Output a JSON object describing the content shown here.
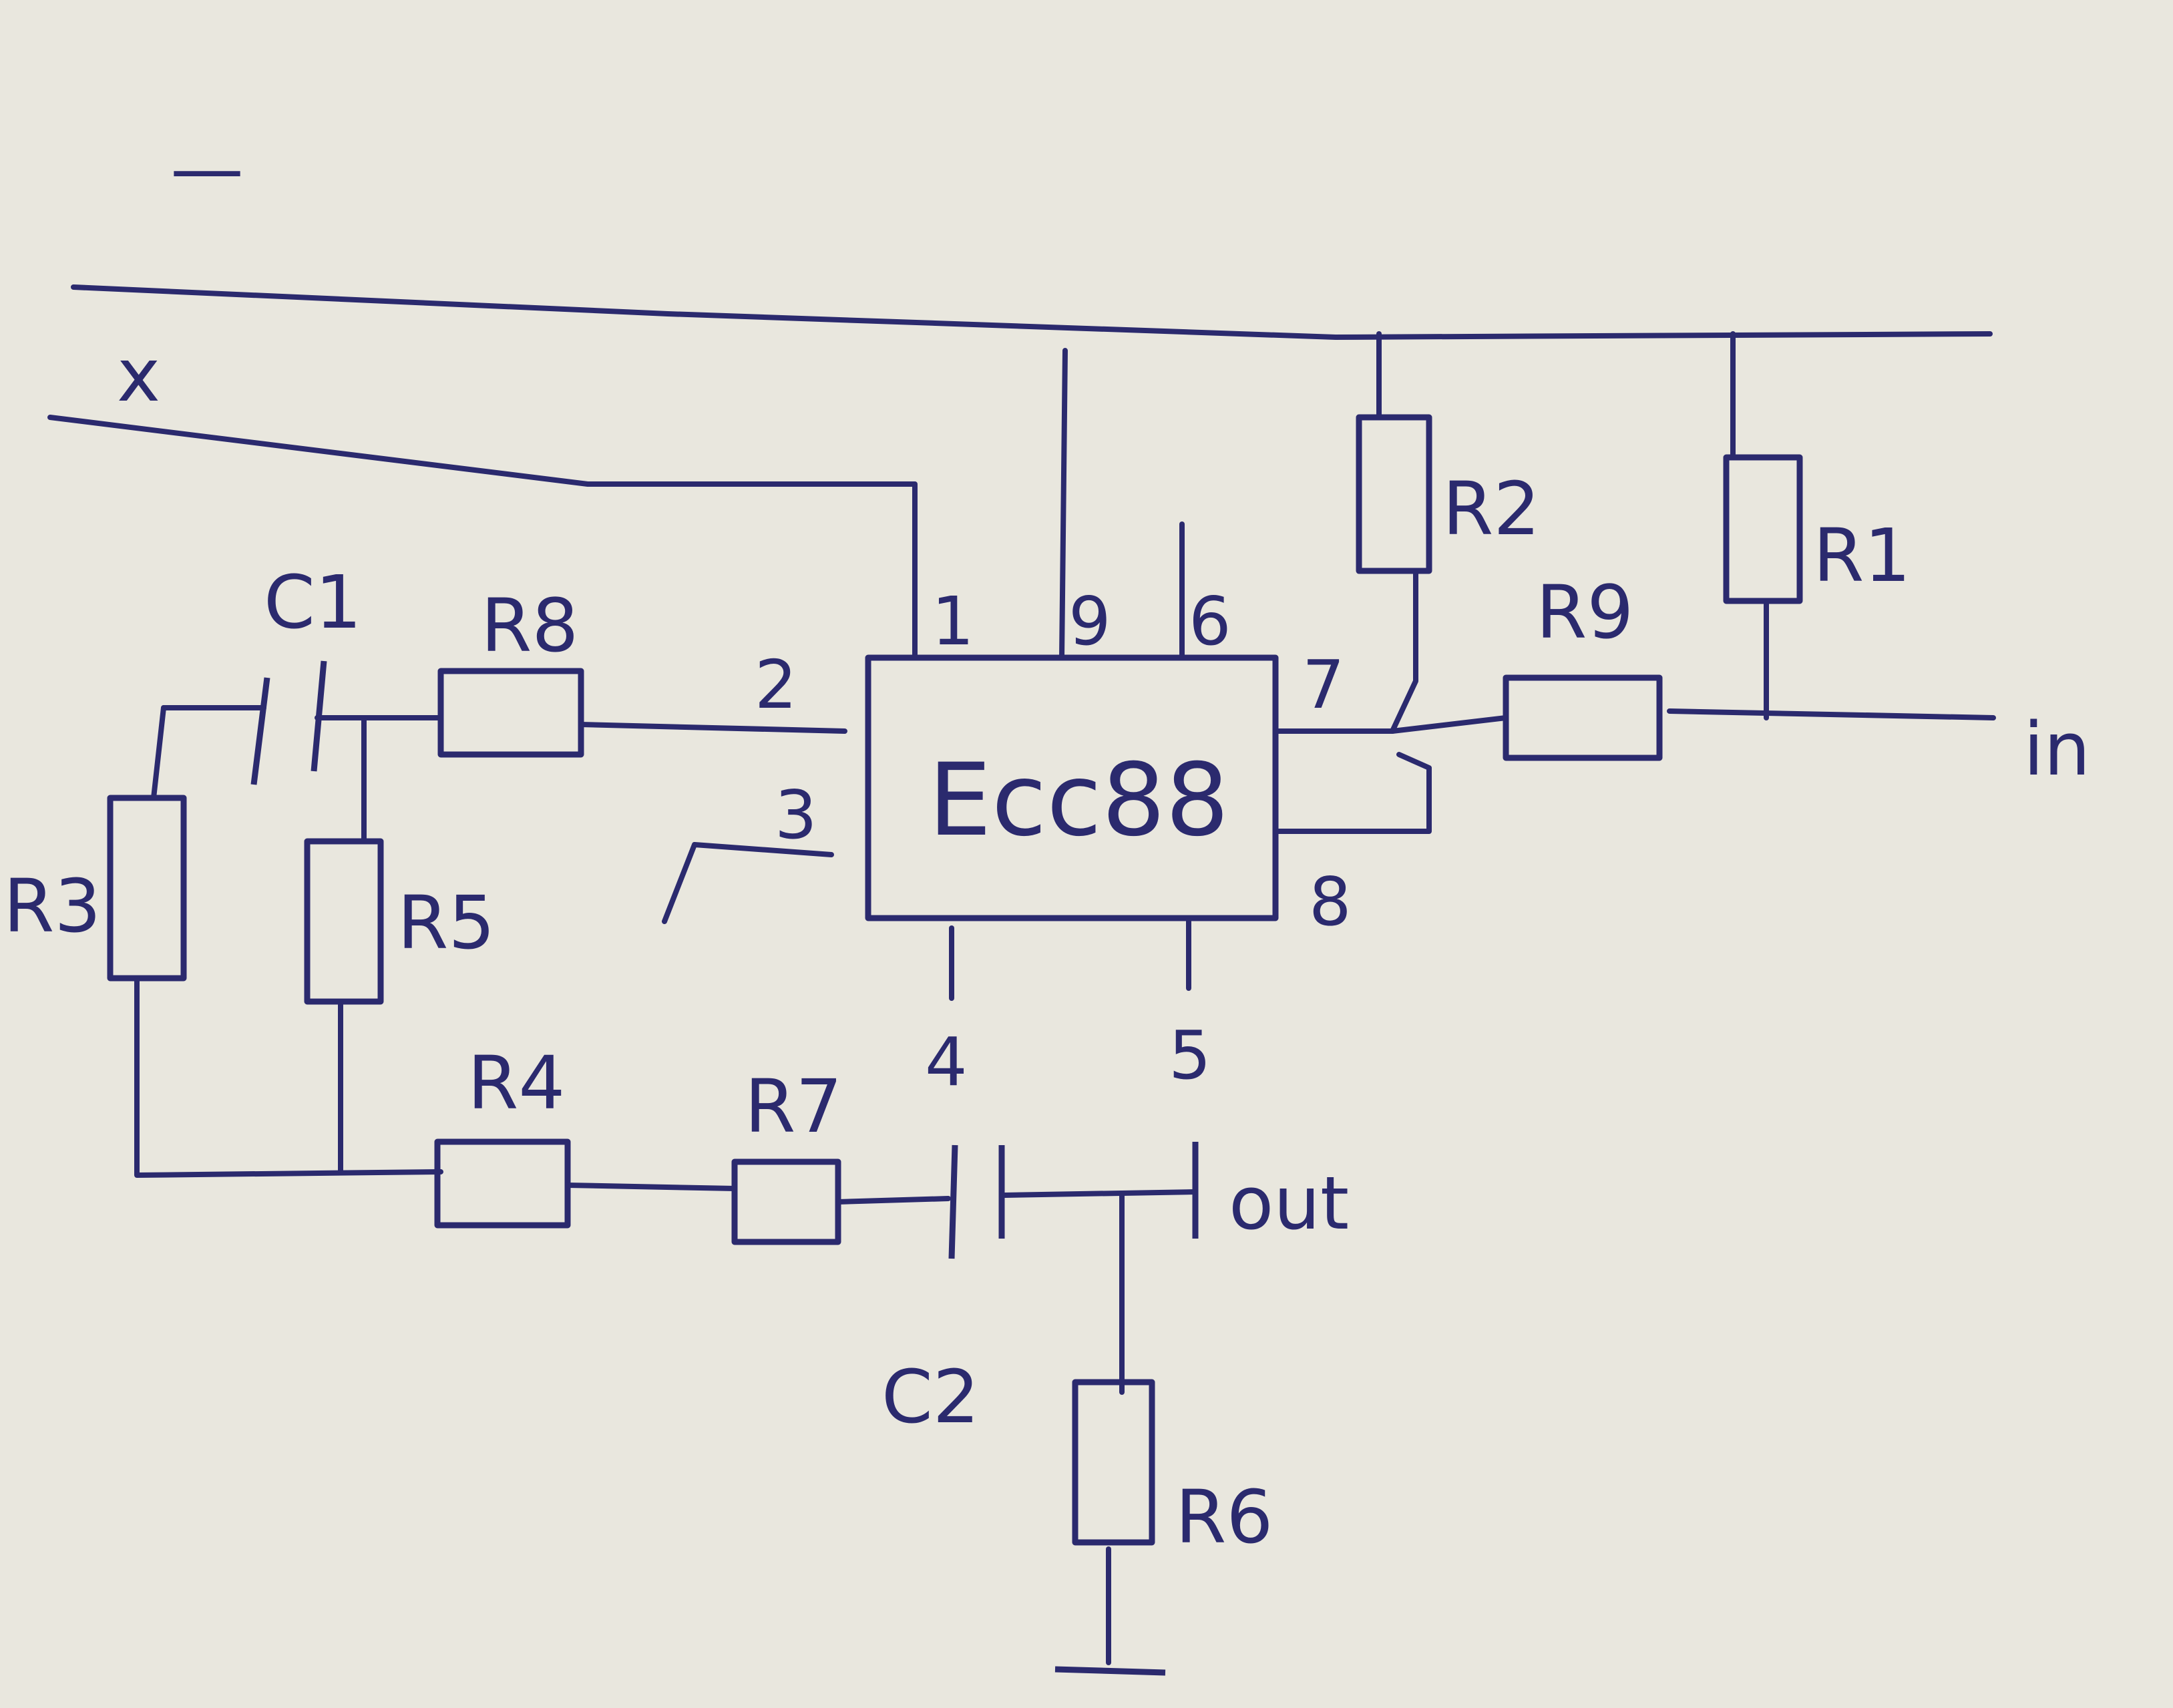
{
  "rails": {
    "minus": "—",
    "x": "x"
  },
  "tube": {
    "name": "Ecc88"
  },
  "pins": {
    "p1": "1",
    "p2": "2",
    "p3": "3",
    "p4": "4",
    "p5": "5",
    "p6": "6",
    "p7": "7",
    "p8": "8",
    "p9": "9"
  },
  "components": {
    "c1": "C1",
    "c2": "C2",
    "r1": "R1",
    "r2": "R2",
    "r3": "R3",
    "r4": "R4",
    "r5": "R5",
    "r6": "R6",
    "r7": "R7",
    "r8": "R8",
    "r9": "R9"
  },
  "ports": {
    "in": "in",
    "out": "out"
  }
}
